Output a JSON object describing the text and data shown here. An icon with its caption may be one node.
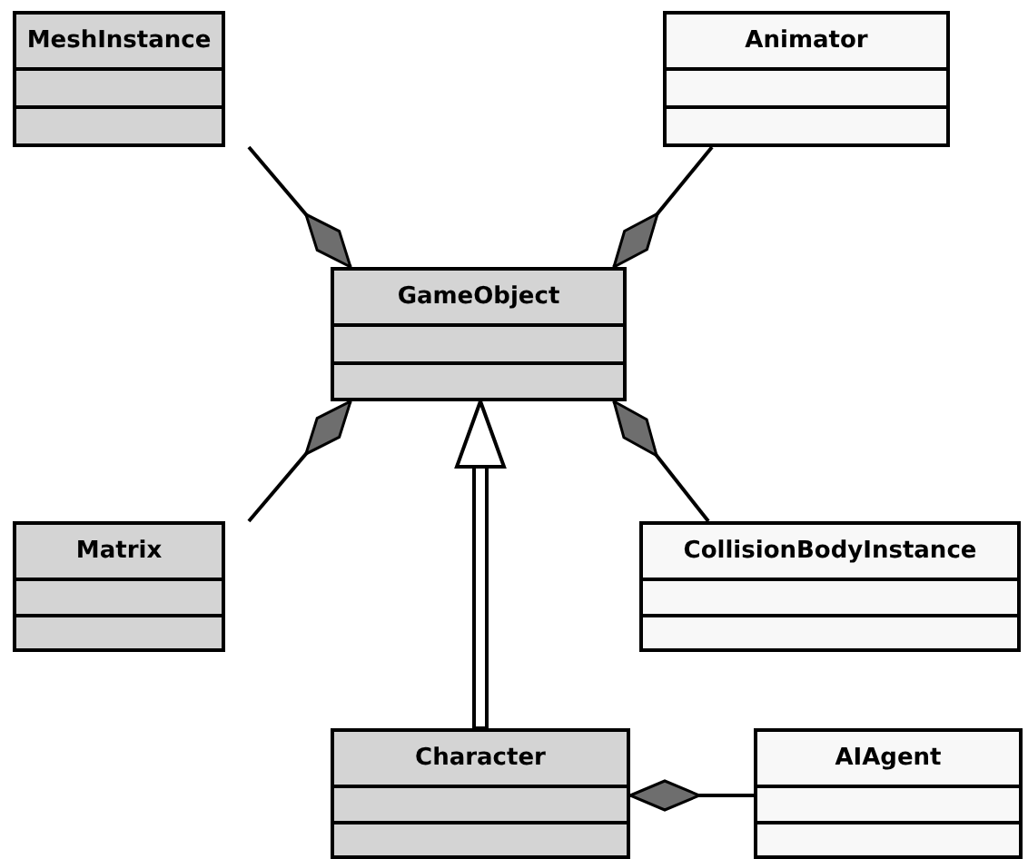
{
  "diagram": {
    "nodes": [
      {
        "text": [
          "MeshInstance"
        ]
      },
      {
        "text": [
          "Animator"
        ]
      },
      {
        "text": [
          "GameObject"
        ]
      },
      {
        "text": [
          "Matrix"
        ]
      },
      {
        "text": [
          "CollisionBodyInstance"
        ]
      },
      {
        "text": [
          "Character"
        ]
      },
      {
        "text": [
          "AIAgent"
        ]
      }
    ],
    "edges": [
      {
        "from": 2,
        "to": 0,
        "arrow": "other"
      },
      {
        "from": 2,
        "to": 1,
        "arrow": "other"
      },
      {
        "from": 2,
        "to": 3,
        "arrow": "other"
      },
      {
        "from": 2,
        "to": 4,
        "arrow": "other"
      },
      {
        "from": 5,
        "to": 2,
        "arrow": "to",
        "style": "thick"
      },
      {
        "from": 5,
        "to": 6,
        "arrow": "other"
      }
    ]
  }
}
